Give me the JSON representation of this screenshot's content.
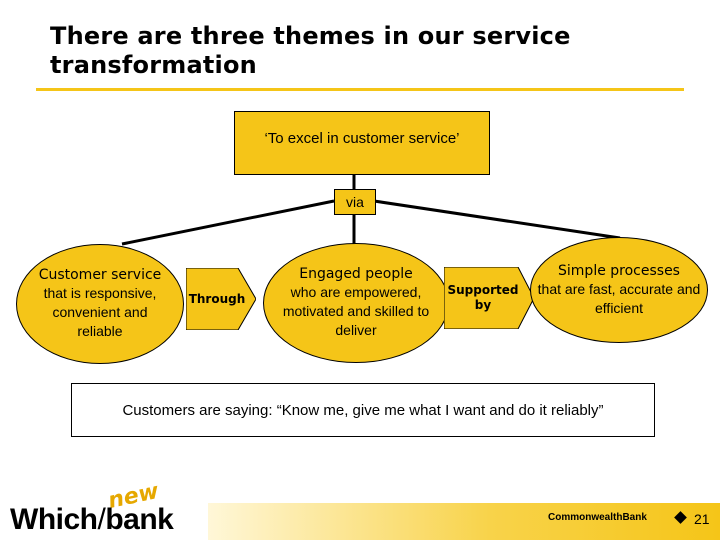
{
  "title": "There are three themes in our service transformation",
  "mission": "‘To excel in customer service’",
  "via": "via",
  "themes": {
    "left": {
      "heading": "Customer service",
      "body": "that is responsive, convenient and reliable"
    },
    "middle": {
      "heading": "Engaged people",
      "body": "who are empowered, motivated and skilled to deliver"
    },
    "right": {
      "heading": "Simple processes",
      "body": "that are fast, accurate and efficient"
    }
  },
  "arrows": {
    "through": "Through",
    "supported_by": "Supported by"
  },
  "quote": "Customers are saying: “Know me, give me what I want and do it reliably”",
  "footer": {
    "logo_main": "Which",
    "logo_bank": "bank",
    "logo_new": "new",
    "brand": "CommonwealthBank",
    "page": "21"
  },
  "colors": {
    "accent": "#f5c518",
    "border": "#000000"
  }
}
